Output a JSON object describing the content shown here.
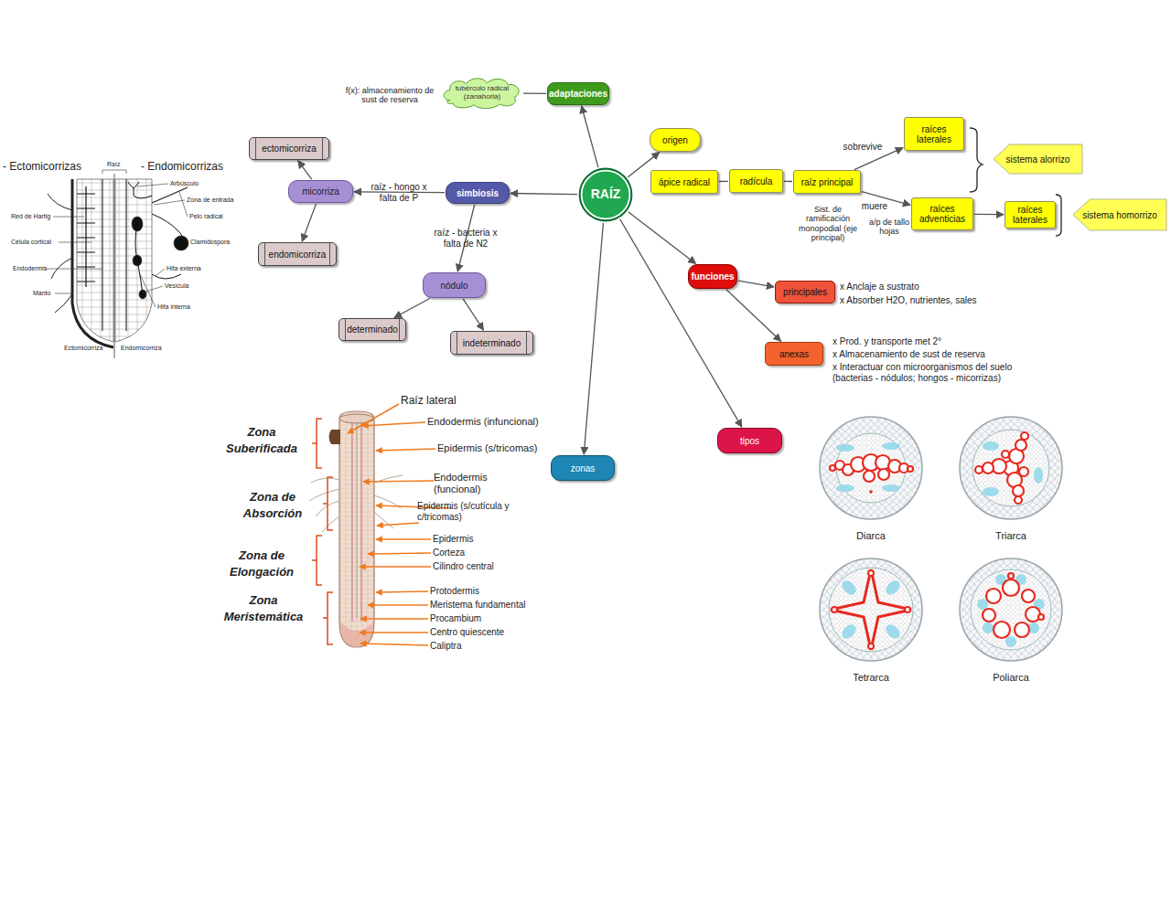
{
  "diagram": {
    "nodes": [
      {
        "text": [
          "RAÍZ"
        ]
      },
      {
        "text": [
          "adaptaciones"
        ]
      },
      {
        "text": [
          "tubérculo radical (zanahoria)"
        ]
      },
      {
        "text": [
          "origen"
        ]
      },
      {
        "text": [
          "simbiosis"
        ]
      },
      {
        "text": [
          "micorriza"
        ]
      },
      {
        "text": [
          "ectomicorriza"
        ]
      },
      {
        "text": [
          "endomicorriza"
        ]
      },
      {
        "text": [
          "nódulo"
        ]
      },
      {
        "text": [
          "determinado"
        ]
      },
      {
        "text": [
          "indeterminado"
        ]
      },
      {
        "text": [
          "ápice radical"
        ]
      },
      {
        "text": [
          "radícula"
        ]
      },
      {
        "text": [
          "raíz principal"
        ]
      },
      {
        "text": [
          "raíces laterales"
        ]
      },
      {
        "text": [
          "raíces adventicias"
        ]
      },
      {
        "text": [
          "raíces laterales"
        ]
      },
      {
        "text": [
          "sistema alorrizo"
        ]
      },
      {
        "text": [
          "sistema homorrizo"
        ]
      },
      {
        "text": [
          "funciones"
        ]
      },
      {
        "text": [
          "principales"
        ]
      },
      {
        "text": [
          "anexas"
        ]
      },
      {
        "text": [
          "tipos"
        ]
      },
      {
        "text": [
          "zonas"
        ]
      }
    ],
    "edges": [
      {
        "from": 0,
        "to": 1,
        "arrow": "to"
      },
      {
        "from": 1,
        "to": 2,
        "arrow": "none"
      },
      {
        "from": 0,
        "to": 3,
        "arrow": "to"
      },
      {
        "from": 0,
        "to": 4,
        "arrow": "to"
      },
      {
        "from": 4,
        "to": 5,
        "label": "raíz - hongo x falta de P",
        "arrow": "to"
      },
      {
        "from": 5,
        "to": 6,
        "arrow": "to"
      },
      {
        "from": 5,
        "to": 7,
        "arrow": "to"
      },
      {
        "from": 4,
        "to": 8,
        "label": "raíz - bacteria x falta de N2",
        "arrow": "to"
      },
      {
        "from": 8,
        "to": 9,
        "arrow": "to"
      },
      {
        "from": 8,
        "to": 10,
        "arrow": "to"
      },
      {
        "from": 11,
        "to": 12,
        "arrow": "none"
      },
      {
        "from": 12,
        "to": 13,
        "arrow": "none"
      },
      {
        "from": 13,
        "to": 14,
        "label": "sobrevive",
        "arrow": "to"
      },
      {
        "from": 13,
        "to": 15,
        "label": "muere",
        "arrow": "to"
      },
      {
        "from": 15,
        "to": 16,
        "arrow": "to"
      },
      {
        "from": 0,
        "to": 19,
        "arrow": "to"
      },
      {
        "from": 19,
        "to": 20,
        "arrow": "to"
      },
      {
        "from": 19,
        "to": 21,
        "arrow": "to"
      },
      {
        "from": 0,
        "to": 22,
        "arrow": "to"
      },
      {
        "from": 0,
        "to": 23,
        "arrow": "to"
      }
    ],
    "labels": [
      "f(x): almacenamiento de sust de reserva",
      "Sist. de ramificación monopodial (eje principal)",
      "a/p de tallo hojas",
      "x Anclaje a sustrato",
      "x Absorber H2O, nutrientes, sales",
      "x Prod. y transporte met 2°",
      "x Almacenamiento de sust de reserva",
      "x Interactuar con microorganismos del suelo (bacterias - nódulos; hongos - micorrizas)",
      "- Ectomicorrizas",
      "Raíz",
      "- Endomicorrizas",
      "Arbúsculo",
      "Zona de entrada",
      "Pelo radical",
      "Red de Hartig",
      "Célula cortical",
      "Clamidospora",
      "Endodermis",
      "Hifa externa",
      "Manto",
      "Vesícula",
      "Hifa interna",
      "Ectomicorriza",
      "Endomicorriza",
      "Raíz lateral",
      "Endodermis (infuncional)",
      "Epidermis (s/tricomas)",
      "Endodermis (funcional)",
      "Epidermis (s/cutícula y c/tricomas)",
      "Epidermis",
      "Corteza",
      "Cilindro central",
      "Protodermis",
      "Meristema fundamental",
      "Procambium",
      "Centro quiescente",
      "Caliptra",
      "Zona Suberificada",
      "Zona de Absorción",
      "Zona de Elongación",
      "Zona Meristemática",
      "Diarca",
      "Triarca",
      "Tetrarca",
      "Poliarca"
    ]
  }
}
